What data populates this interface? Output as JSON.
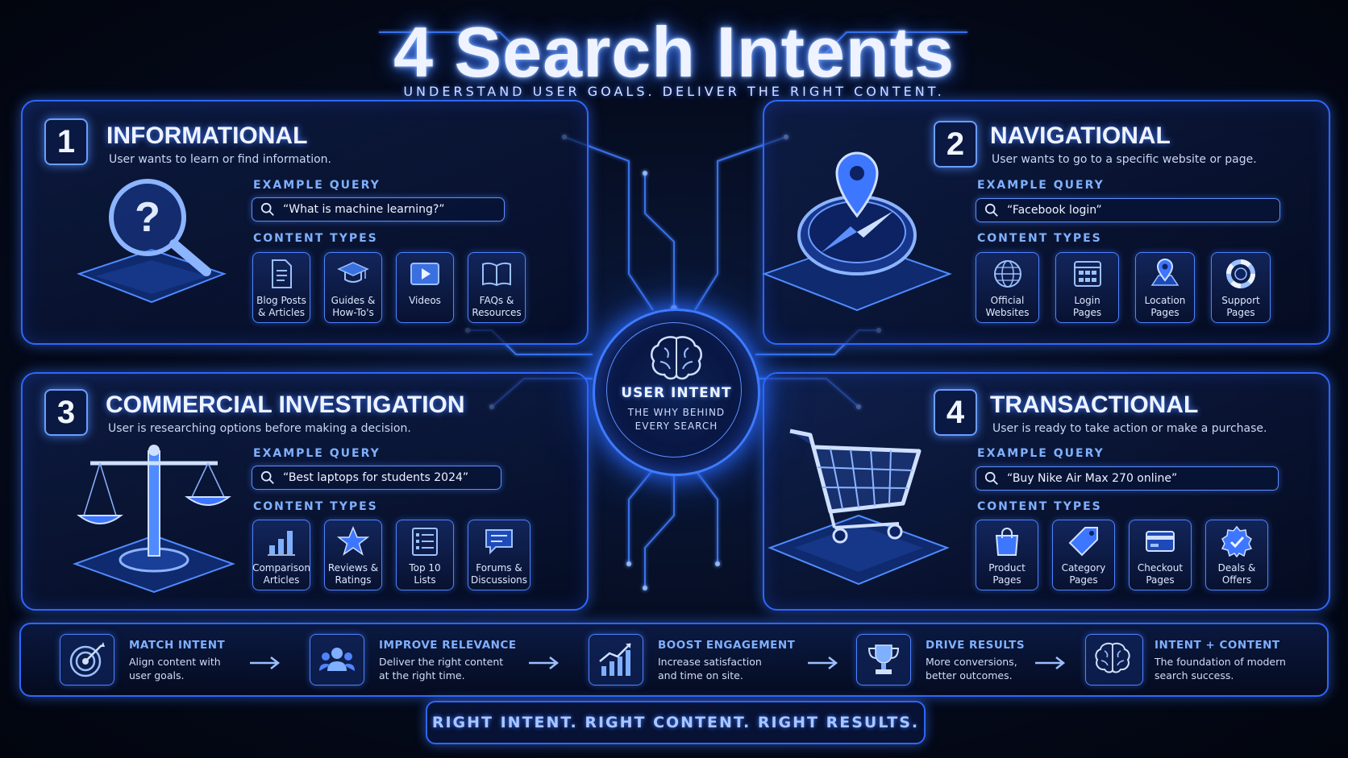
{
  "header": {
    "title": "4 Search Intents",
    "subtitle": "UNDERSTAND USER GOALS. DELIVER THE RIGHT CONTENT."
  },
  "labels": {
    "example_query": "EXAMPLE QUERY",
    "content_types": "CONTENT TYPES"
  },
  "panels": [
    {
      "number": "1",
      "title": "INFORMATIONAL",
      "description": "User wants to learn or find information.",
      "query": "“What is machine learning?”",
      "illustration": "magnifier-question-icon",
      "content_types": [
        {
          "label": "Blog Posts\n& Articles",
          "icon": "document-icon"
        },
        {
          "label": "Guides &\nHow-To's",
          "icon": "graduation-cap-icon"
        },
        {
          "label": "Videos",
          "icon": "play-icon"
        },
        {
          "label": "FAQs &\nResources",
          "icon": "open-book-icon"
        }
      ]
    },
    {
      "number": "2",
      "title": "NAVIGATIONAL",
      "description": "User wants to go to a specific website or page.",
      "query": "“Facebook login”",
      "illustration": "compass-pin-icon",
      "content_types": [
        {
          "label": "Official\nWebsites",
          "icon": "globe-icon"
        },
        {
          "label": "Login\nPages",
          "icon": "login-grid-icon"
        },
        {
          "label": "Location\nPages",
          "icon": "location-pin-icon"
        },
        {
          "label": "Support\nPages",
          "icon": "lifebuoy-icon"
        }
      ]
    },
    {
      "number": "3",
      "title": "COMMERCIAL INVESTIGATION",
      "description": "User is researching options before making a decision.",
      "query": "“Best laptops for students 2024”",
      "illustration": "balance-scale-icon",
      "content_types": [
        {
          "label": "Comparison\nArticles",
          "icon": "bar-chart-icon"
        },
        {
          "label": "Reviews &\nRatings",
          "icon": "star-icon"
        },
        {
          "label": "Top 10\nLists",
          "icon": "list-icon"
        },
        {
          "label": "Forums &\nDiscussions",
          "icon": "chat-bubble-icon"
        }
      ]
    },
    {
      "number": "4",
      "title": "TRANSACTIONAL",
      "description": "User is ready to take action or make a purchase.",
      "query": "“Buy Nike Air Max 270 online”",
      "illustration": "shopping-cart-icon",
      "content_types": [
        {
          "label": "Product\nPages",
          "icon": "shopping-bag-icon"
        },
        {
          "label": "Category\nPages",
          "icon": "tag-icon"
        },
        {
          "label": "Checkout\nPages",
          "icon": "credit-card-icon"
        },
        {
          "label": "Deals &\nOffers",
          "icon": "badge-check-icon"
        }
      ]
    }
  ],
  "center": {
    "title": "USER INTENT",
    "subtitle": "THE WHY BEHIND\nEVERY SEARCH",
    "icon": "brain-icon"
  },
  "steps": [
    {
      "title": "MATCH INTENT",
      "desc": "Align content with\nuser goals.",
      "icon": "target-icon"
    },
    {
      "title": "IMPROVE RELEVANCE",
      "desc": "Deliver the right content\nat the right time.",
      "icon": "users-icon"
    },
    {
      "title": "BOOST ENGAGEMENT",
      "desc": "Increase satisfaction\nand time on site.",
      "icon": "growth-chart-icon"
    },
    {
      "title": "DRIVE RESULTS",
      "desc": "More conversions,\nbetter outcomes.",
      "icon": "trophy-icon"
    },
    {
      "title": "INTENT + CONTENT",
      "desc": "The foundation of modern\nsearch success.",
      "icon": "brain-icon"
    }
  ],
  "footer": {
    "tagline": "RIGHT INTENT.  RIGHT CONTENT.  RIGHT RESULTS."
  },
  "colors": {
    "accent": "#2e67ff",
    "glow": "#5b8fff",
    "label": "#7fb0ff",
    "background": "#050b1d"
  }
}
